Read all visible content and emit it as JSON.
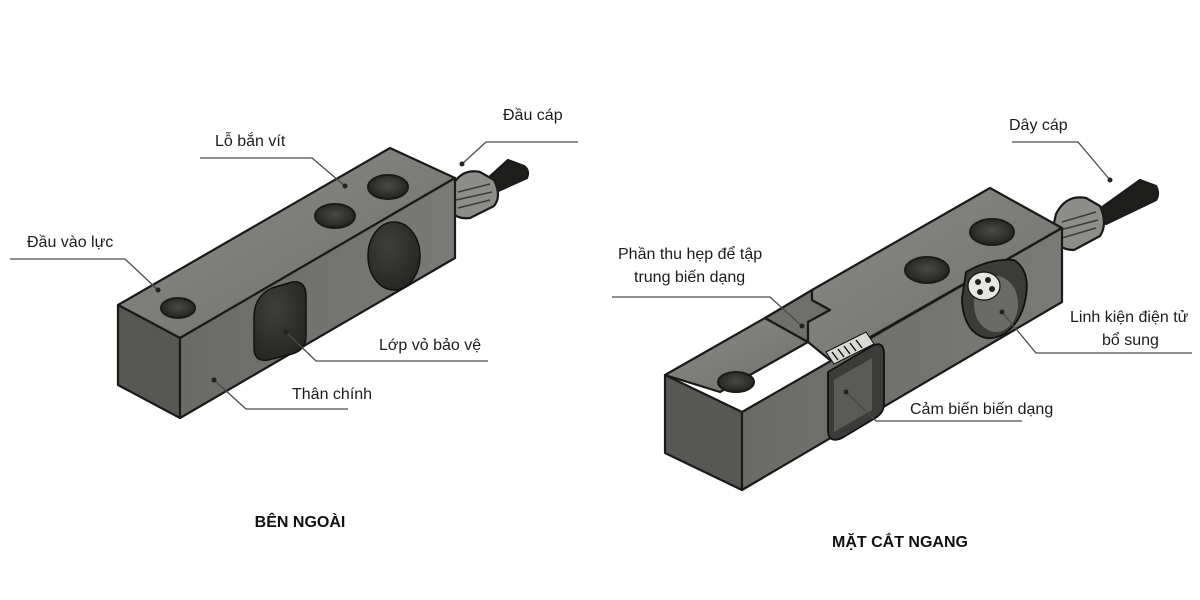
{
  "left_view": {
    "caption": "BÊN NGOÀI",
    "labels": {
      "cable_end": "Đầu cáp",
      "screw_holes": "Lỗ bắn vít",
      "force_input": "Đầu vào lực",
      "protective_cover": "Lớp vỏ bảo vệ",
      "main_body": "Thân chính"
    }
  },
  "right_view": {
    "caption": "MẶT CẮT NGANG",
    "labels": {
      "cable": "Dây cáp",
      "narrowed_section_line1": "Phần thu hẹp để tập",
      "narrowed_section_line2": "trung biến dạng",
      "electronics_line1": "Linh kiện điện tử",
      "electronics_line2": "bổ sung",
      "strain_gauge": "Cảm biến biến dạng"
    }
  },
  "colors": {
    "top_face": "#7d7d79",
    "front_face": "#6d6d69",
    "end_face": "#575753",
    "cover": "#2f2f2d",
    "hole": "#2a2a28",
    "edge": "#1a1a1a",
    "text": "#1c1c1c"
  }
}
